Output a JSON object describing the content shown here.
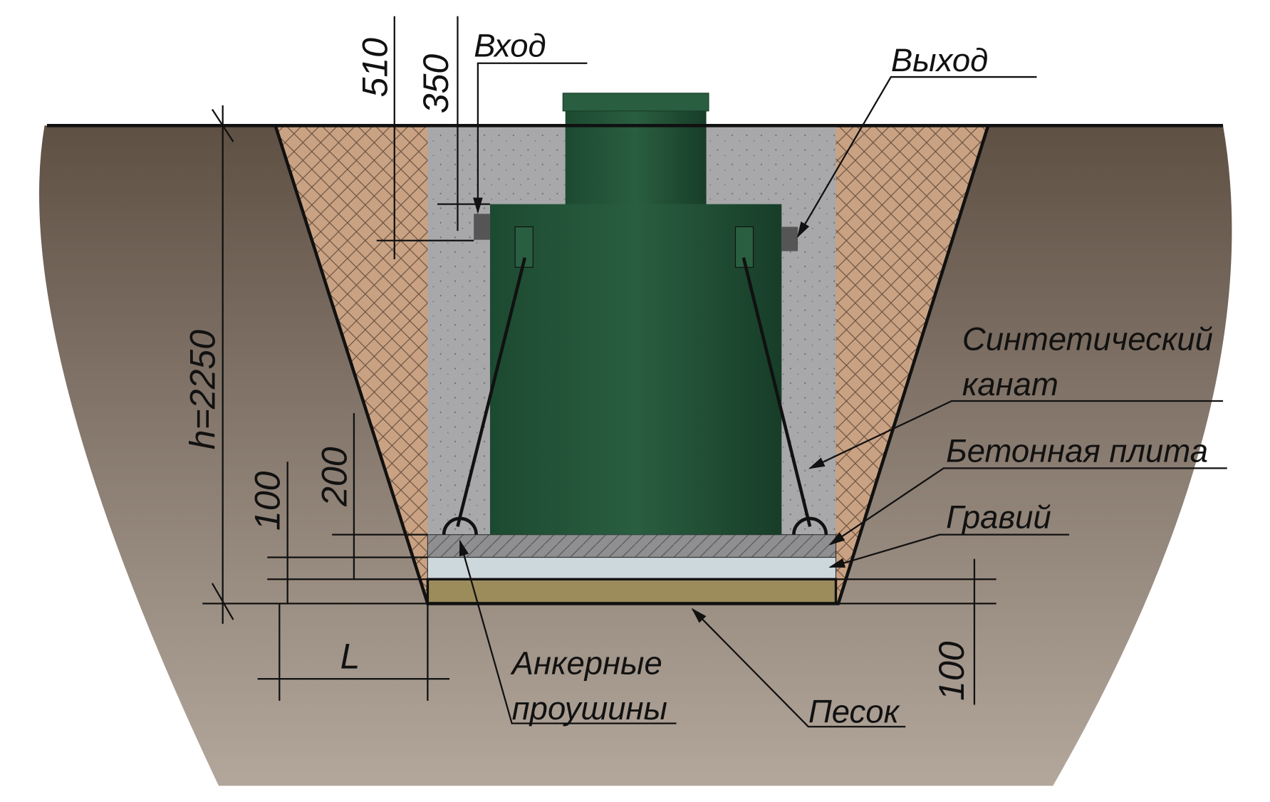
{
  "labels": {
    "inlet": "Вход",
    "outlet": "Выход",
    "rope_line1": "Синтетический",
    "rope_line2": "канат",
    "slab": "Бетонная плита",
    "gravel": "Гравий",
    "anchors_line1": "Анкерные",
    "anchors_line2": "проушины",
    "sand": "Песок"
  },
  "dimensions": {
    "inlet_depth_outer": "510",
    "inlet_depth_inner": "350",
    "pit_depth": "h=2250",
    "slab_gravel": "200",
    "sand_left": "100",
    "sand_right": "100",
    "offset": "L"
  },
  "colors": {
    "soil_top": "#5f5044",
    "soil_bottom": "#b3a79c",
    "backfill": "#c9a283",
    "concrete": "#a8a8aa",
    "tank": "#22553a",
    "gravel": "#cdd8dc",
    "sand": "#9c8c5c"
  }
}
